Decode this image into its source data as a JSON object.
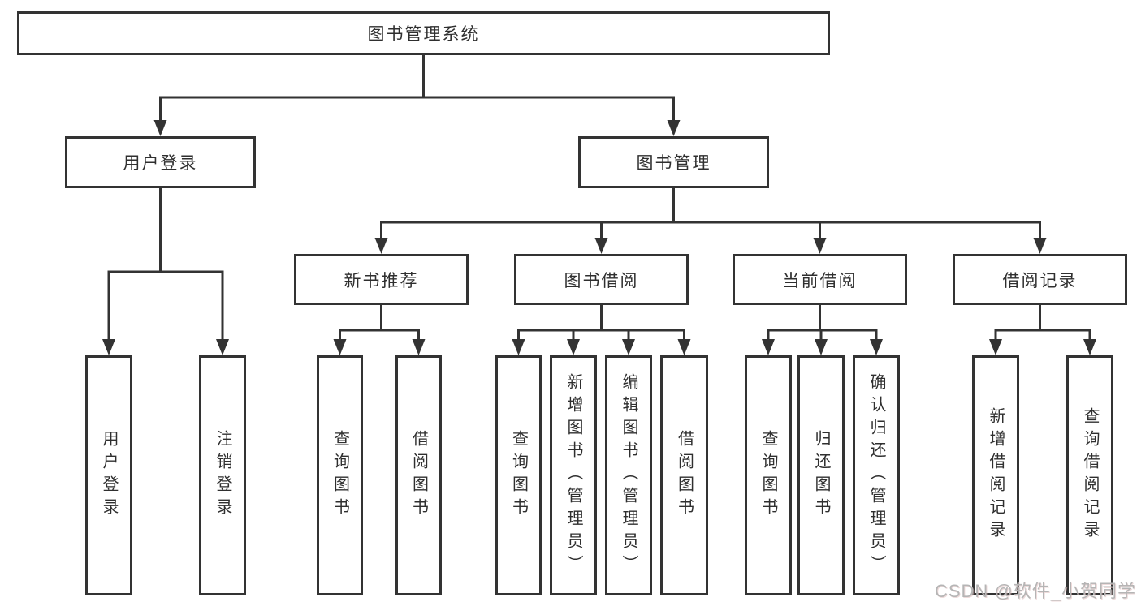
{
  "tree": {
    "root": {
      "label": "图书管理系统"
    },
    "children": [
      {
        "label": "用户登录",
        "children": [
          {
            "label": "用户登录"
          },
          {
            "label": "注销登录"
          }
        ]
      },
      {
        "label": "图书管理",
        "children": [
          {
            "label": "新书推荐",
            "children": [
              {
                "label": "查询图书"
              },
              {
                "label": "借阅图书"
              }
            ]
          },
          {
            "label": "图书借阅",
            "children": [
              {
                "label": "查询图书"
              },
              {
                "label": "新增图书（管理员）"
              },
              {
                "label": "编辑图书（管理员）"
              },
              {
                "label": "借阅图书"
              }
            ]
          },
          {
            "label": "当前借阅",
            "children": [
              {
                "label": "查询图书"
              },
              {
                "label": "归还图书"
              },
              {
                "label": "确认归还（管理员）"
              }
            ]
          },
          {
            "label": "借阅记录",
            "children": [
              {
                "label": "新增借阅记录"
              },
              {
                "label": "查询借阅记录"
              }
            ]
          }
        ]
      }
    ]
  },
  "watermark": {
    "text": "CSDN @软件_小贺同学"
  },
  "colors": {
    "line": "#333333",
    "box_border": "#333333",
    "text": "#2f2f2f",
    "watermark": "#b5b5b5",
    "background": "#ffffff"
  }
}
